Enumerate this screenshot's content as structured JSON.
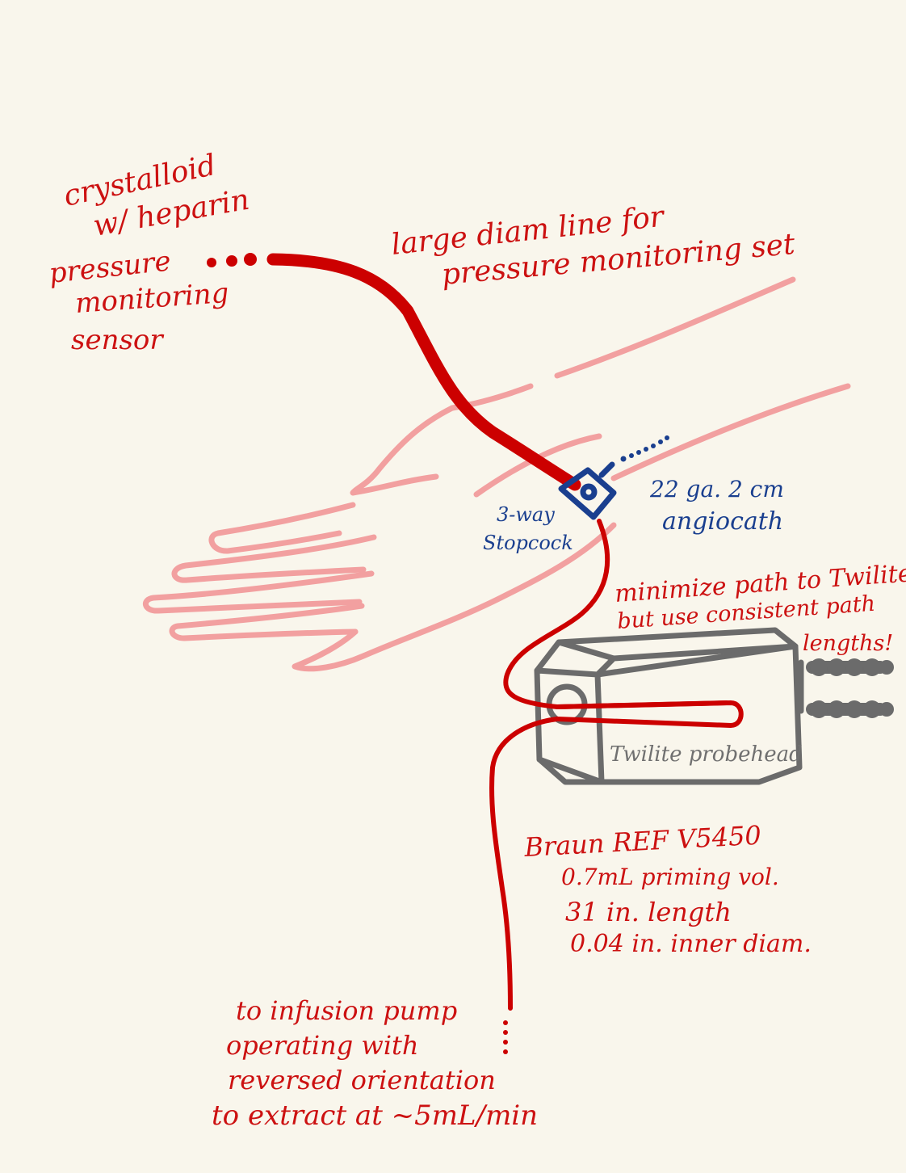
{
  "colors": {
    "background": "#f9f6ec",
    "annotation_red": "#cc1111",
    "tubing_red": "#cc0000",
    "hand_outline_pink": "#f2a0a0",
    "stopcock_blue": "#1a3f8f",
    "probehead_gray": "#6b6b6b"
  },
  "labels": {
    "fluid_line1": "crystalloid",
    "fluid_line2": "w/ heparin",
    "sensor_line1": "pressure",
    "sensor_line2": "monitoring",
    "sensor_line3": "sensor",
    "large_line1": "large diam line for",
    "large_line2": "pressure monitoring set",
    "stopcock_line1": "3-way",
    "stopcock_line2": "Stopcock",
    "angiocath_line1": "22 ga. 2 cm",
    "angiocath_line2": "angiocath",
    "minimize_line1": "minimize path to Twilite",
    "minimize_line2": "but use consistent path",
    "minimize_line3": "lengths!",
    "probehead": "Twilite probehead",
    "tubing_line1": "Braun REF V5450",
    "tubing_line2": "0.7mL priming vol.",
    "tubing_line3": "31 in. length",
    "tubing_line4": "0.04 in. inner diam.",
    "pump_line1": "to infusion pump",
    "pump_line2": "operating with",
    "pump_line3": "reversed orientation",
    "pump_line4": "to extract at ~5mL/min"
  }
}
